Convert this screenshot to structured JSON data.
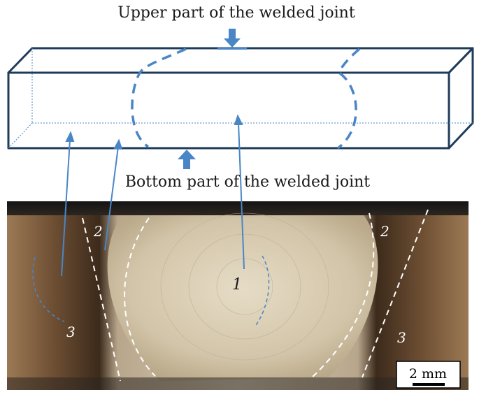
{
  "labels": {
    "upper_caption": "Upper part of the welded joint",
    "bottom_caption": "Bottom part of the welded joint",
    "zone_1": "1",
    "zone_2_left": "2",
    "zone_2_right": "2",
    "zone_3_left": "3",
    "zone_3_right": "3",
    "scale_bar": "2 mm"
  },
  "colors": {
    "box_edge": "#1f3b5a",
    "accent_blue": "#4a86c5",
    "weld_nugget": "#d3c6ae",
    "base_metal": "#7a5a3a"
  }
}
